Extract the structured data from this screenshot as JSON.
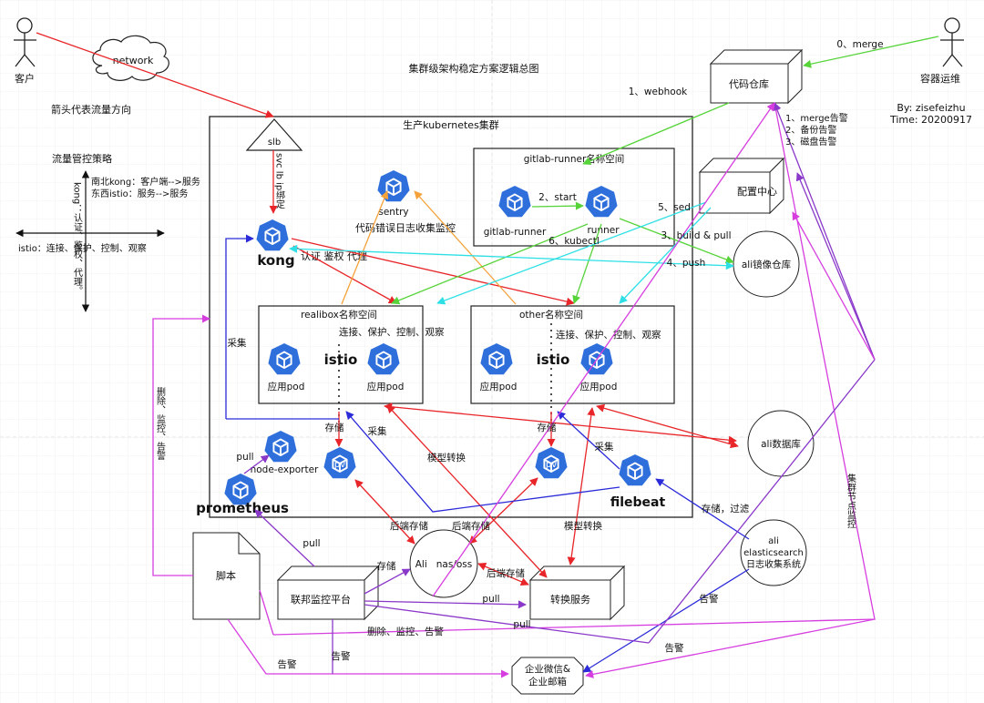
{
  "title": "集群级架构稳定方案逻辑总图",
  "legend": "箭头代表流量方向",
  "author": "By: zisefeizhu",
  "time": "Time: 20200917",
  "cloud": "network",
  "actors": {
    "customer": "客户",
    "ops": "容器运维"
  },
  "strategy": {
    "title": "流量管控策略",
    "line1": "南北kong：客户端-->服务",
    "line2": "东西istio：服务-->服务",
    "vertical": "kong：认证、鉴权、代理。",
    "horizontal": "istio：连接、保护、控制、观察"
  },
  "cluster": {
    "title": "生产kubernetes集群",
    "slb": "slb",
    "svc_label": "svc lb ip绑定",
    "kong": "kong",
    "kong_actions": "认证 鉴权 代理",
    "sentry": "sentry",
    "sentry_desc": "代码错误日志收集监控",
    "gitlab_ns": {
      "title": "gitlab-runner名称空间",
      "gitlab_runner": "gitlab-runner",
      "runner": "runner",
      "start": "2、start"
    },
    "realibox_ns": {
      "title": "realibox名称空间",
      "desc": "连接、保护、控制、观察",
      "istio": "istio",
      "pod1": "应用pod",
      "pod2": "应用pod"
    },
    "other_ns": {
      "title": "other名称空间",
      "desc": "连接、保护、控制、观察",
      "istio": "istio",
      "pod1": "应用pod",
      "pod2": "应用pod"
    },
    "collect": "采集",
    "collect2": "采集",
    "collect3": "采集",
    "storage1": "存储",
    "storage2": "存储",
    "pv1": "pv",
    "pv2": "pv",
    "model_convert": "模型转换",
    "pull": "pull",
    "node_exporter": "node-exporter",
    "prometheus": "prometheus",
    "filebeat": "filebeat"
  },
  "external": {
    "repo": "代码仓库",
    "config": "配置中心",
    "registry": "ali镜像仓库",
    "db": "ali数据库",
    "es": [
      "ali",
      "elasticsearch",
      "日志收集系统"
    ],
    "nas": "Ali   nas/oss",
    "federation": "联邦监控平台",
    "convert_service": "转换服务",
    "script": "脚本",
    "notify": [
      "企业微信&",
      "企业邮箱"
    ]
  },
  "labels": {
    "merge": "0、merge",
    "webhook": "1、webhook",
    "sed": "5、sed",
    "build": "3、build & pull",
    "kubectl": "6、kubectl",
    "push": "4、push",
    "alerts": [
      "1、merge告警",
      "2、备份告警",
      "3、磁盘告警"
    ],
    "node_monitor": "集群节点监控",
    "del_mon_alarm_v": "删除、监控、告警",
    "del_mon_alarm": "删除、监控、告警",
    "storage_filter": "存储，过滤",
    "backend_storage1": "后端存储",
    "backend_storage2": "后端存储",
    "backend_storage3": "后端存储",
    "model_convert2": "模型转换",
    "storage3": "存储",
    "pull1": "pull",
    "pull2": "pull",
    "pull3": "pull",
    "alarm1": "告警",
    "alarm2": "告警",
    "alarm3": "告警",
    "alarm4": "告警",
    "collect_left": "采集"
  },
  "colors": {
    "red": "#e8262a",
    "green": "#56d43a",
    "blue": "#2b2bd9",
    "magenta": "#d63ee0",
    "purple": "#8a38c9",
    "orange": "#f5a23a",
    "cyan": "#2ee0e6",
    "k8s": "#2f6fdc"
  }
}
